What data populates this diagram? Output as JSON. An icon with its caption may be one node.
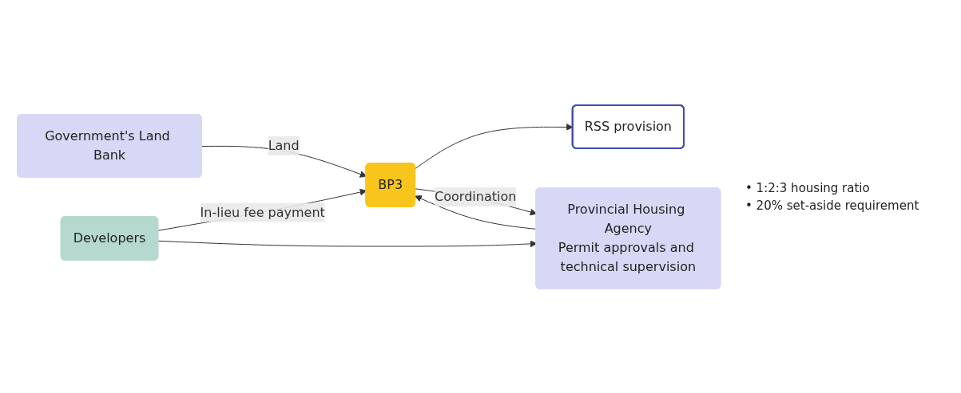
{
  "diagram": {
    "nodes": [
      {
        "text": [
          "RSS provision"
        ]
      },
      {
        "text": [
          "Government's Land Bank"
        ]
      },
      {
        "text": [
          "BP3"
        ]
      },
      {
        "text": [
          "Provincial Housing Agency",
          "Permit approvals and technical supervision"
        ]
      },
      {
        "text": [
          "Developers"
        ]
      }
    ],
    "edges": [
      {
        "from": 2,
        "to": 0,
        "arrow": "to"
      },
      {
        "from": 1,
        "to": 2,
        "arrow": "to",
        "label": "Land"
      },
      {
        "from": 2,
        "to": 3,
        "arrow": "to",
        "label": "Coordination"
      },
      {
        "from": 3,
        "to": 2,
        "arrow": "to"
      },
      {
        "from": 4,
        "to": 2,
        "arrow": "to",
        "label": "In-lieu fee payment"
      },
      {
        "from": 4,
        "to": 3,
        "arrow": "to"
      }
    ],
    "labels": [
      "• 1:2:3 housing ratio",
      "• 20% set-aside requirement"
    ]
  }
}
